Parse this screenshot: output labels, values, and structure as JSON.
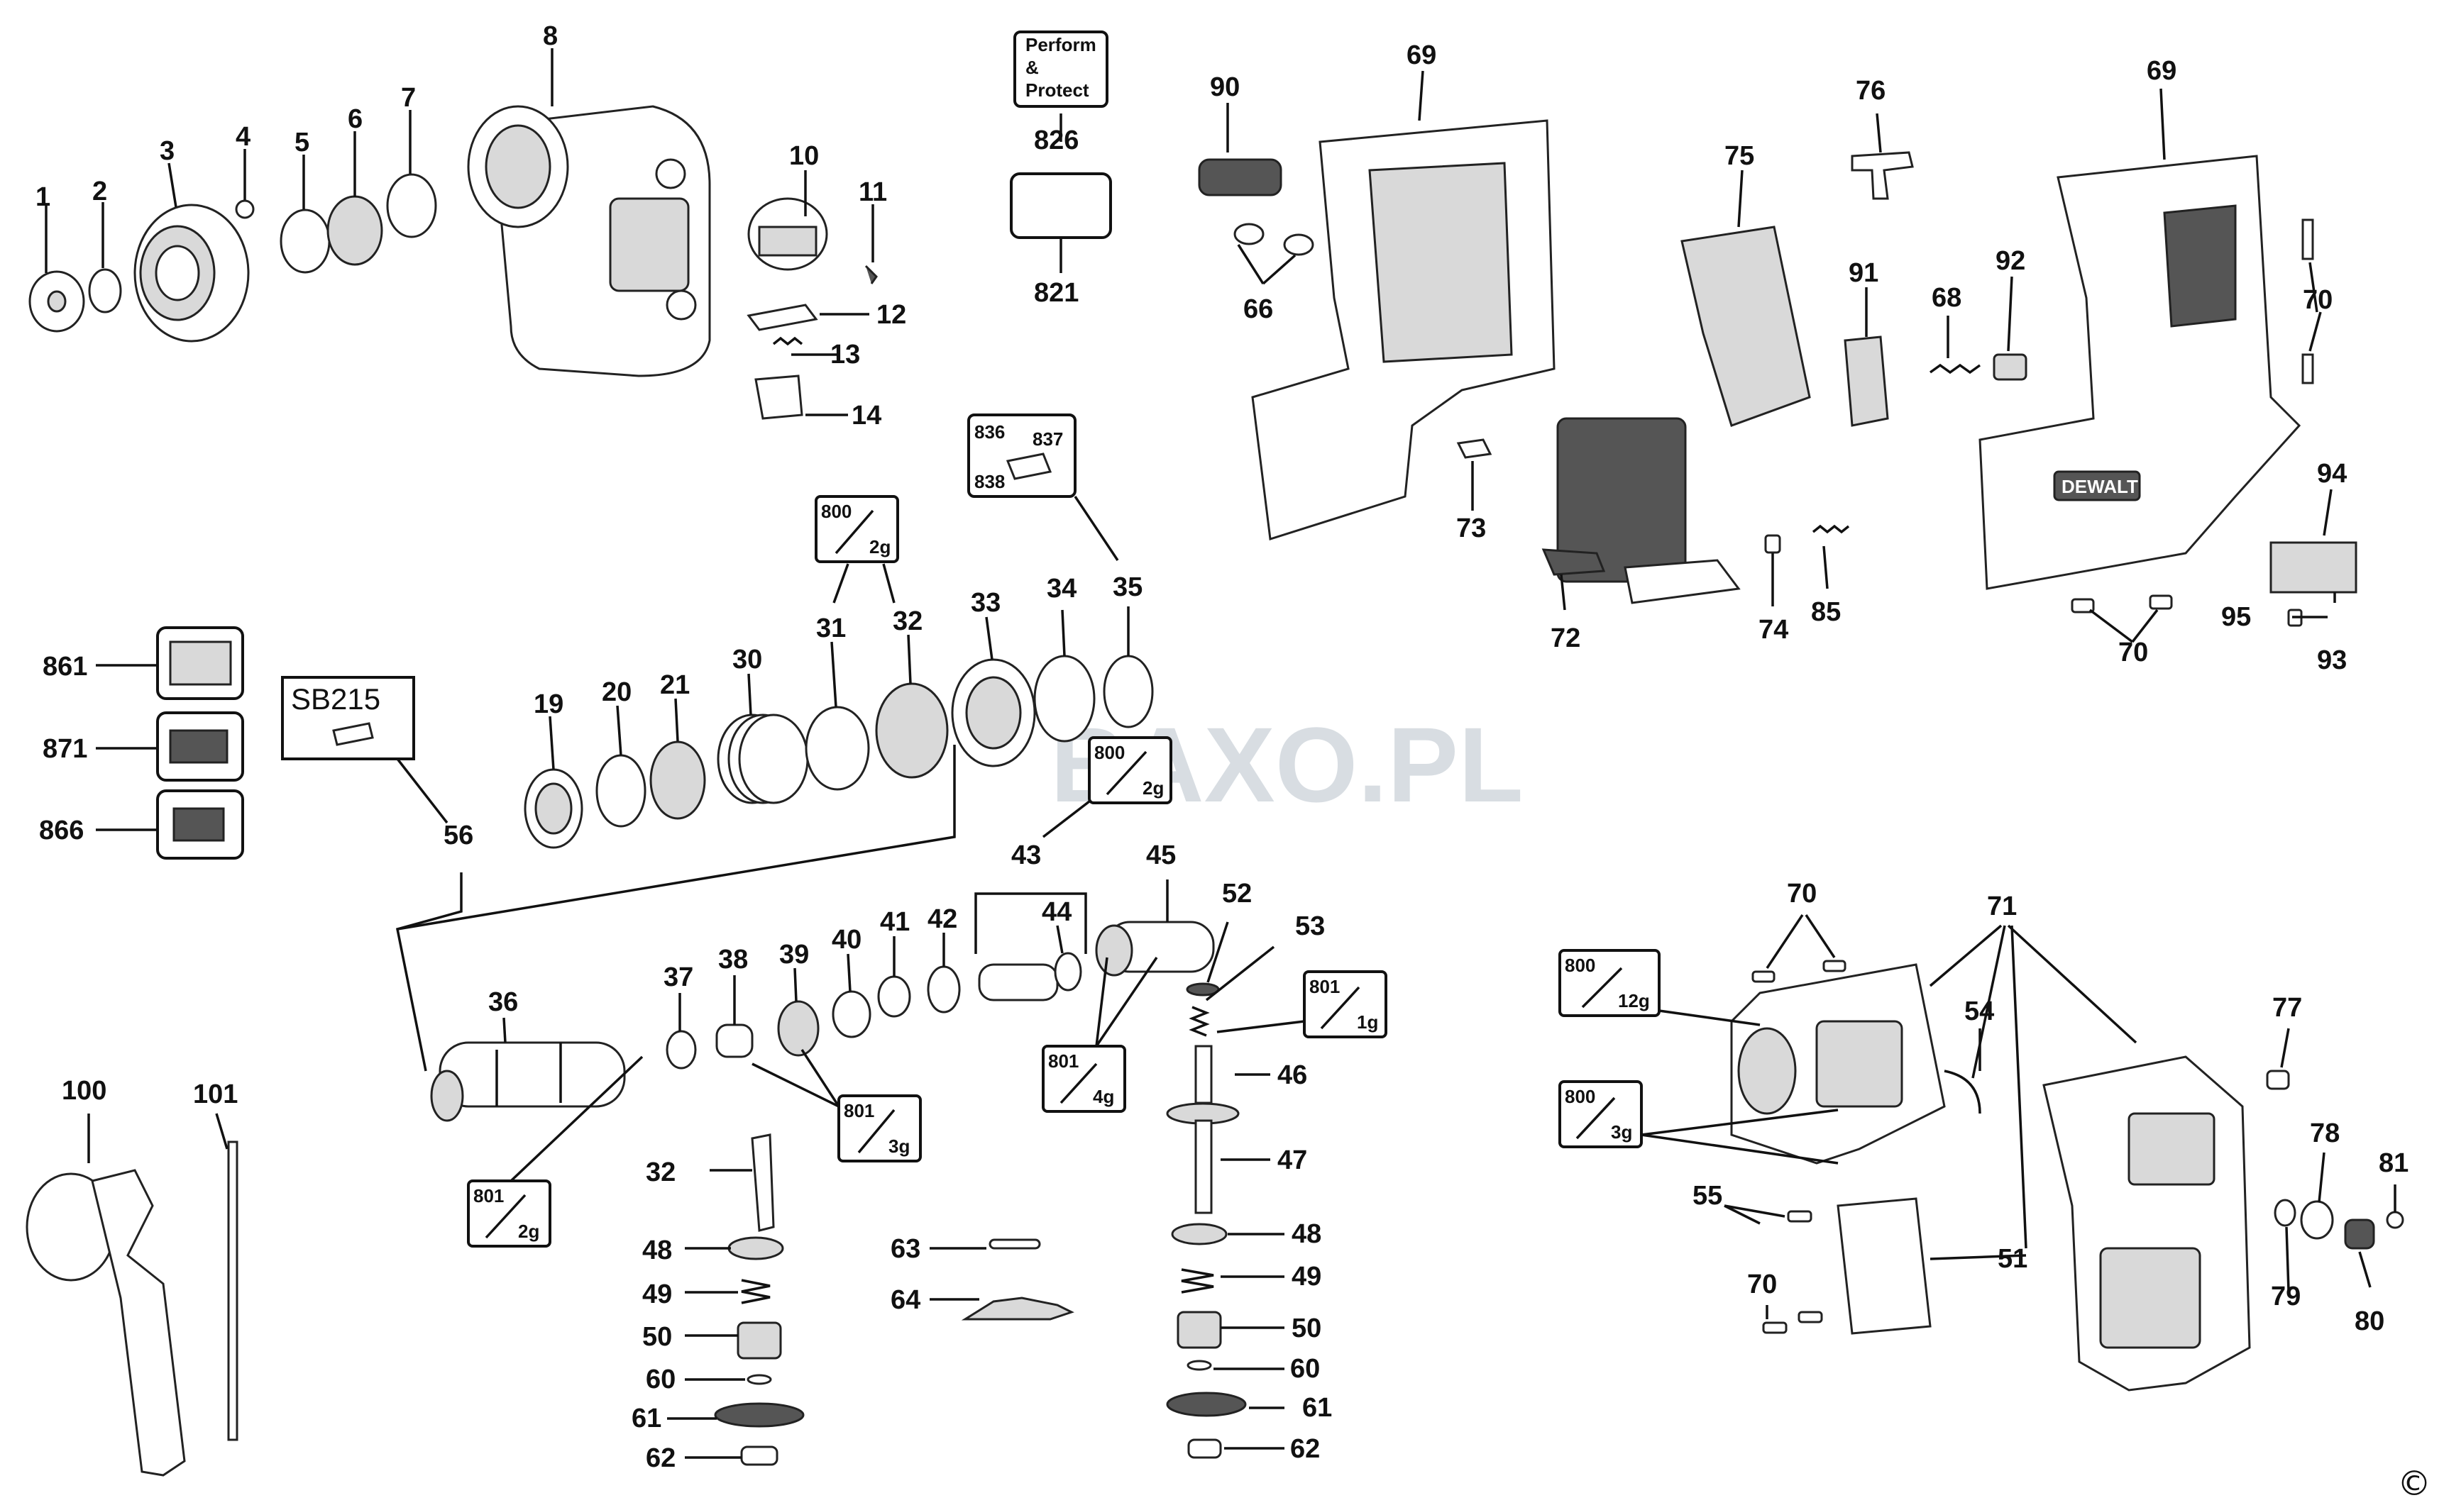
{
  "watermark": "BAXO.PL",
  "copyright_mark": "©",
  "labels": {
    "n1": "1",
    "n2": "2",
    "n3": "3",
    "n4": "4",
    "n5": "5",
    "n6": "6",
    "n7": "7",
    "n8": "8",
    "n10": "10",
    "n11": "11",
    "n12": "12",
    "n13": "13",
    "n14": "14",
    "n19": "19",
    "n20": "20",
    "n21": "21",
    "n30": "30",
    "n31": "31",
    "n32": "32",
    "n33": "33",
    "n34": "34",
    "n35": "35",
    "n36": "36",
    "n37": "37",
    "n38": "38",
    "n39": "39",
    "n40": "40",
    "n41": "41",
    "n42": "42",
    "n43": "43",
    "n44": "44",
    "n45": "45",
    "n46": "46",
    "n47": "47",
    "n48": "48",
    "n49": "49",
    "n50": "50",
    "n51": "51",
    "n52": "52",
    "n53": "53",
    "n54": "54",
    "n55": "55",
    "n56": "56",
    "n60": "60",
    "n61": "61",
    "n62": "62",
    "n63": "63",
    "n64": "64",
    "n66": "66",
    "n68": "68",
    "n69": "69",
    "n70": "70",
    "n71": "71",
    "n72": "72",
    "n73": "73",
    "n74": "74",
    "n75": "75",
    "n76": "76",
    "n77": "77",
    "n78": "78",
    "n79": "79",
    "n80": "80",
    "n81": "81",
    "n85": "85",
    "n90": "90",
    "n91": "91",
    "n92": "92",
    "n93": "93",
    "n94": "94",
    "n95": "95",
    "n100": "100",
    "n101": "101",
    "n821": "821",
    "n826": "826",
    "n836": "836",
    "n837": "837",
    "n838": "838",
    "n861": "861",
    "n866": "866",
    "n871": "871",
    "n800": "800",
    "n801": "801"
  },
  "grease": {
    "g2": "2g",
    "g1": "1g",
    "g3": "3g",
    "g4": "4g",
    "g12": "12g"
  },
  "perform_protect": [
    "Perform",
    "&",
    "Protect"
  ],
  "sb_label": "SB215",
  "brand_label": "DEWALT"
}
